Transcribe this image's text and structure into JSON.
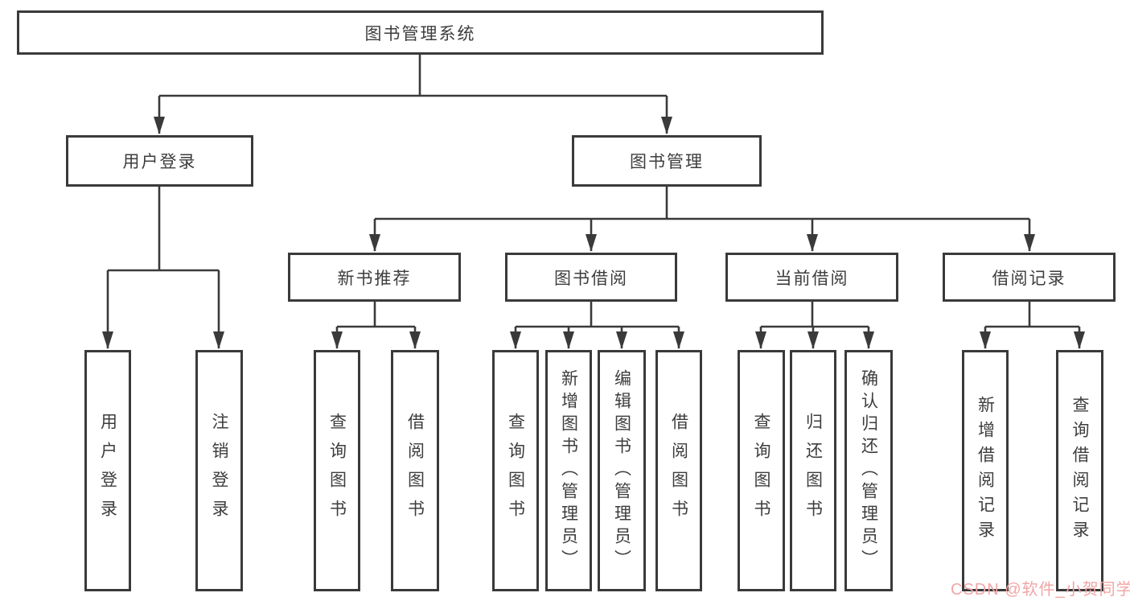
{
  "diagram": {
    "watermark": "CSDN @软件_小贺同学",
    "colors": {
      "line": "#3a3a3a",
      "text": "#3d3d3d",
      "watermark": "#f2a5a5",
      "background": "#ffffff"
    },
    "tree": {
      "label": "图书管理系统",
      "children": [
        {
          "label": "用户登录",
          "children": [
            {
              "label": "用户登录"
            },
            {
              "label": "注销登录"
            }
          ]
        },
        {
          "label": "图书管理",
          "children": [
            {
              "label": "新书推荐",
              "children": [
                {
                  "label": "查询图书"
                },
                {
                  "label": "借阅图书"
                }
              ]
            },
            {
              "label": "图书借阅",
              "children": [
                {
                  "label": "查询图书"
                },
                {
                  "label": "新增图书（管理员）"
                },
                {
                  "label": "编辑图书（管理员）"
                },
                {
                  "label": "借阅图书"
                }
              ]
            },
            {
              "label": "当前借阅",
              "children": [
                {
                  "label": "查询图书"
                },
                {
                  "label": "归还图书"
                },
                {
                  "label": "确认归还（管理员）"
                }
              ]
            },
            {
              "label": "借阅记录",
              "children": [
                {
                  "label": "新增借阅记录"
                },
                {
                  "label": "查询借阅记录"
                }
              ]
            }
          ]
        }
      ]
    }
  }
}
